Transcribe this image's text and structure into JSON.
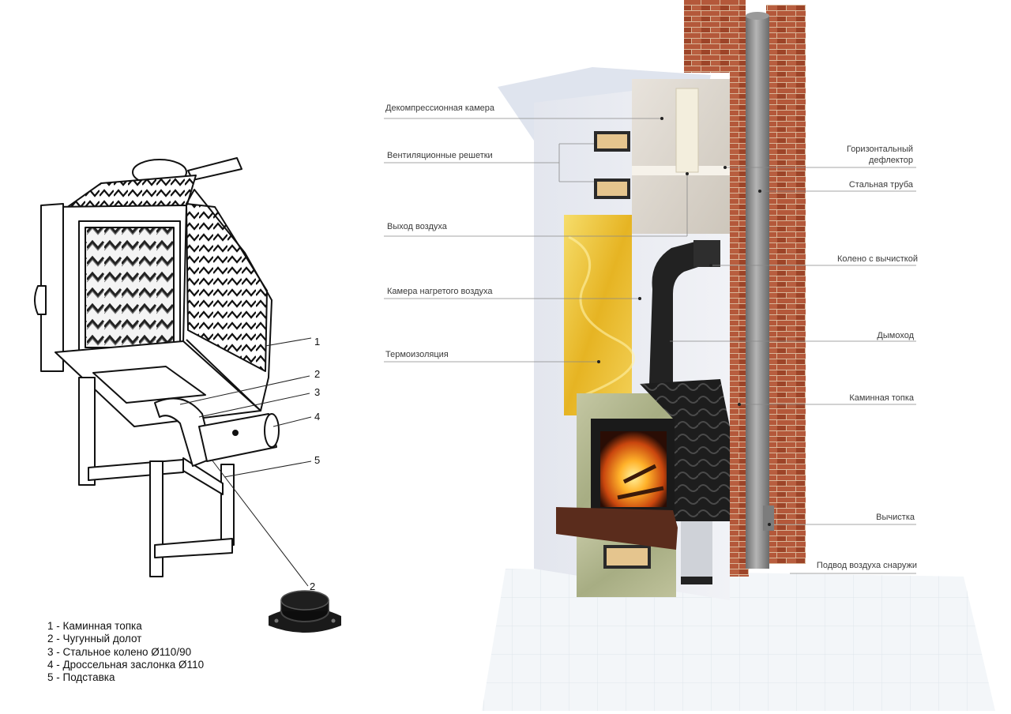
{
  "left_diagram": {
    "callouts": [
      "1",
      "2",
      "3",
      "4",
      "5"
    ],
    "detail_callout": "2",
    "legend": [
      "1 - Каминная топка",
      "2 - Чугунный долот",
      "3 - Стальное колено Ø110/90",
      "4 - Дроссельная заслонка Ø110",
      "5 - Подставка"
    ]
  },
  "right_diagram": {
    "left_labels": [
      "Декомпрессионная камера",
      "Вентиляционные решетки",
      "Выход воздуха",
      "Камера нагретого воздуха",
      "Термоизоляция"
    ],
    "right_labels": [
      "Горизонтальный",
      "дефлектор",
      "Стальная труба",
      "Колено с вычисткой",
      "Дымоход",
      "Каминная топка",
      "Вычистка",
      "Подвод воздуха снаружи"
    ]
  },
  "colors": {
    "brick": "#a0452e",
    "pipe": "#8c8c8c",
    "insulation": "#e9c229",
    "marble": "#b3b98f",
    "firebox": "#1d1d1d",
    "fire": "#f39a1e"
  }
}
